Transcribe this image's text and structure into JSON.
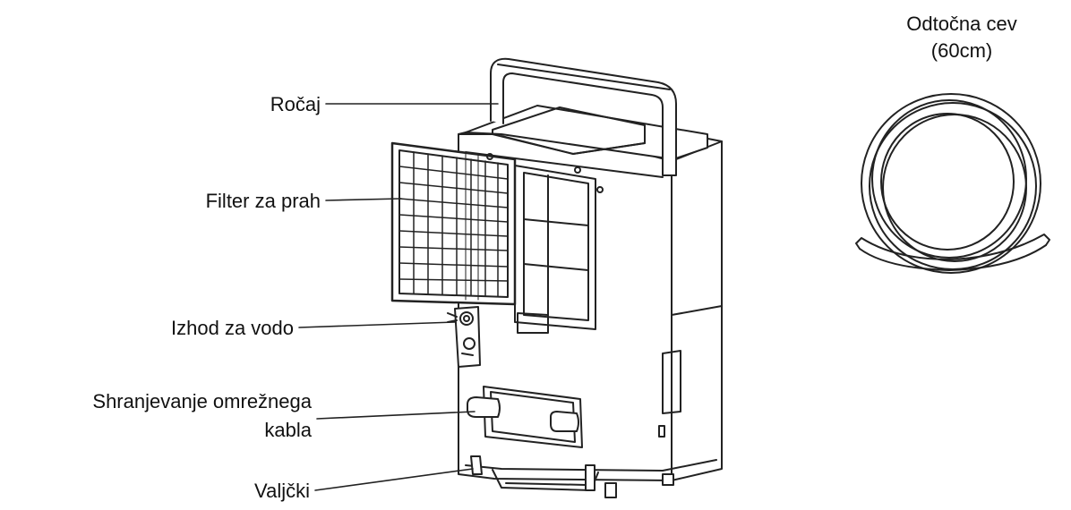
{
  "labels": {
    "handle": "Ročaj",
    "dust_filter": "Filter za prah",
    "water_outlet": "Izhod za vodo",
    "cord_storage_line1": "Shranjevanje omrežnega",
    "cord_storage_line2": "kabla",
    "wheels": "Valjčki",
    "hose_line1": "Odtočna cev",
    "hose_line2": "(60cm)"
  },
  "colors": {
    "line": "#222222",
    "background": "#ffffff"
  }
}
